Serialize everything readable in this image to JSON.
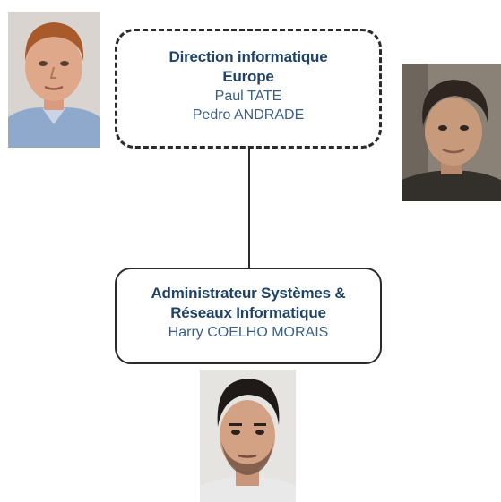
{
  "top_node": {
    "title_line1": "Direction informatique",
    "title_line2": "Europe",
    "person1": "Paul TATE",
    "person2": "Pedro ANDRADE"
  },
  "bottom_node": {
    "title_line1": "Administrateur Systèmes &",
    "title_line2": "Réseaux Informatique",
    "person1": "Harry COELHO MORAIS"
  },
  "colors": {
    "title": "#1f4368",
    "name": "#3b5f86",
    "border": "#2b2b2b"
  }
}
